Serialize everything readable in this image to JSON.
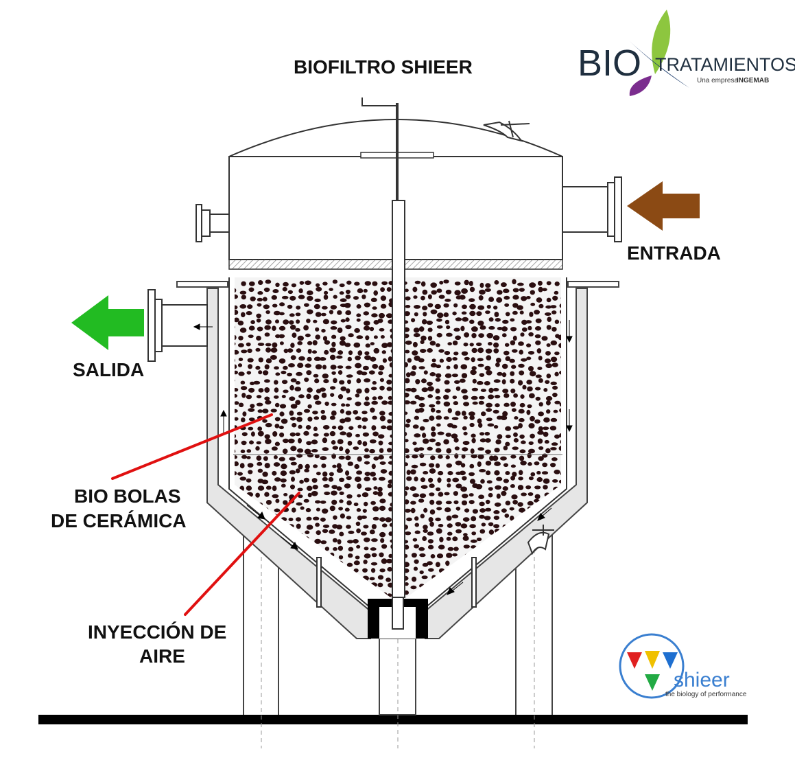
{
  "title": "BIOFILTRO SHIEER",
  "labels": {
    "entrada": "ENTRADA",
    "salida": "SALIDA",
    "media_line1": "BIO BOLAS",
    "media_line2": "DE CERÁMICA",
    "air_line1": "INYECCIÓN DE",
    "air_line2": "AIRE"
  },
  "logo_biotratamientos": {
    "bio": "BIO",
    "name": "TRATAMIENTOS",
    "tagline_prefix": "Una empresa",
    "tagline_brand": "INGEMAB"
  },
  "logo_shieer": {
    "name": "shieer",
    "tagline": "the biology of performance"
  },
  "colors": {
    "entrada_arrow": "#8B4A14",
    "salida_arrow": "#22BB22",
    "pointer_lines": "#E01010",
    "media": "#2A0E10",
    "leaf_green": "#8DC63F",
    "leaf_purple": "#7B2D8E",
    "shieer_blue": "#3A7FD0"
  }
}
